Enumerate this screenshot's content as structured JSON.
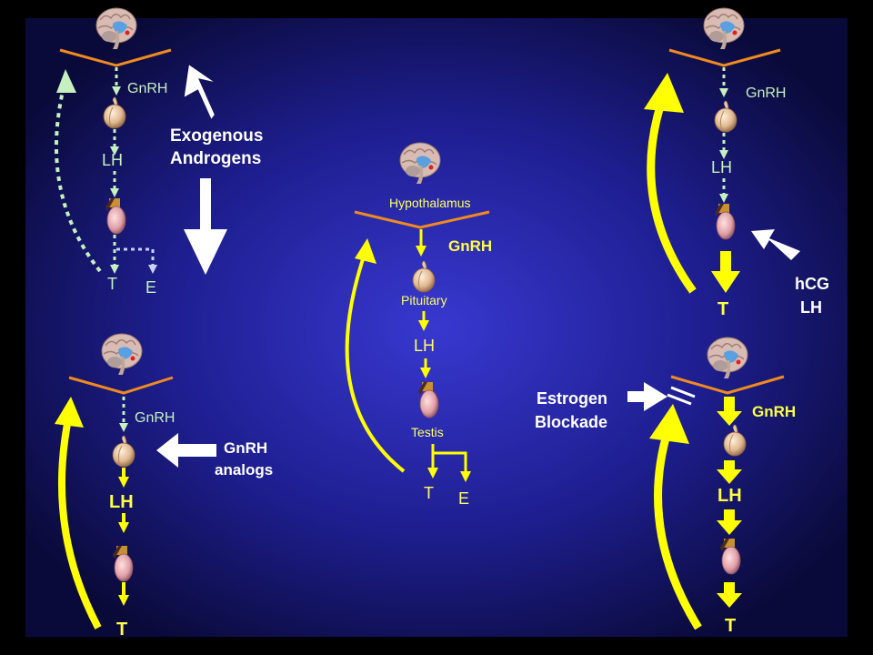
{
  "panels": {
    "top_left": {
      "gnrh": "GnRH",
      "lh": "LH",
      "t": "T",
      "e": "E",
      "arrow_label_line1": "Exogenous",
      "arrow_label_line2": "Androgens"
    },
    "bottom_left": {
      "gnrh": "GnRH",
      "lh": "LH",
      "t": "T",
      "arrow_label_line1": "GnRH",
      "arrow_label_line2": "analogs"
    },
    "center": {
      "hypothalamus": "Hypothalamus",
      "gnrh": "GnRH",
      "pituitary": "Pituitary",
      "lh": "LH",
      "testis": "Testis",
      "t": "T",
      "e": "E"
    },
    "top_right": {
      "gnrh": "GnRH",
      "lh": "LH",
      "t": "T",
      "arrow_label_line1": "hCG",
      "arrow_label_line2": "LH"
    },
    "bottom_right": {
      "gnrh": "GnRH",
      "lh": "LH",
      "t": "T",
      "arrow_label_line1": "Estrogen",
      "arrow_label_line2": "Blockade"
    }
  },
  "colors": {
    "background_center": "#3434c8",
    "background_edge": "#0a0a3a",
    "feedback_green": "#c6f0c0",
    "feedback_yellow": "#ffff00",
    "diaphragm": "#f08a20"
  }
}
